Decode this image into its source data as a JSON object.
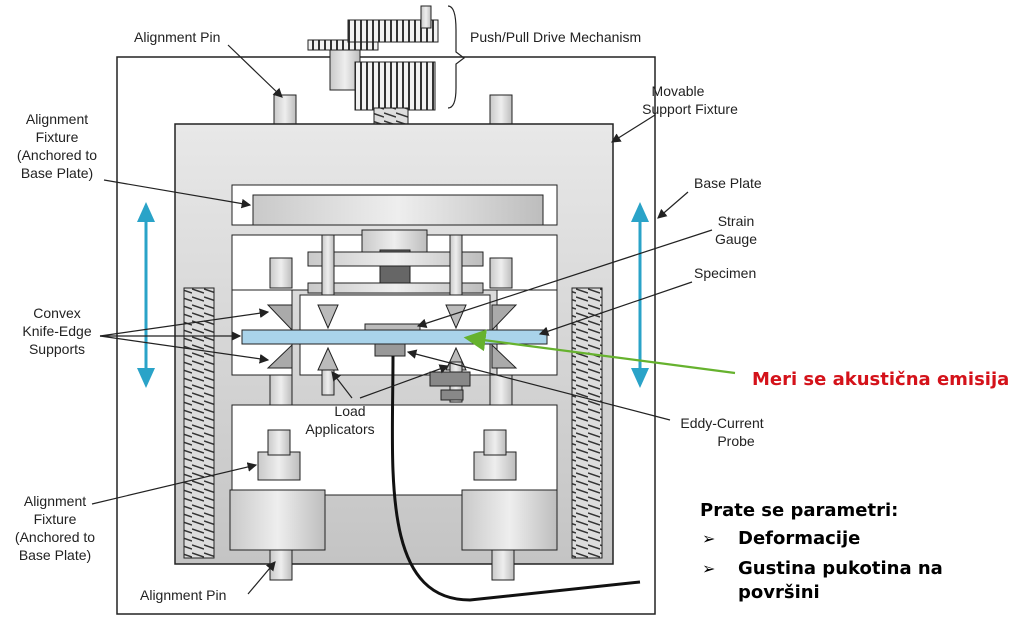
{
  "labels": {
    "alignment_pin_top": "Alignment Pin",
    "push_pull": "Push/Pull Drive Mechanism",
    "movable_1": "Movable",
    "movable_2": "Support Fixture",
    "align_fix_top_1": "Alignment",
    "align_fix_top_2": "Fixture",
    "align_fix_top_3": "(Anchored to",
    "align_fix_top_4": "Base Plate)",
    "base_plate": "Base Plate",
    "strain_1": "Strain",
    "strain_2": "Gauge",
    "specimen": "Specimen",
    "convex_1": "Convex",
    "convex_2": "Knife-Edge",
    "convex_3": "Supports",
    "load_1": "Load",
    "load_2": "Applicators",
    "eddy_1": "Eddy-Current",
    "eddy_2": "Probe",
    "align_fix_bot_1": "Alignment",
    "align_fix_bot_2": "Fixture",
    "align_fix_bot_3": "(Anchored to",
    "align_fix_bot_4": "Base Plate)",
    "alignment_pin_bottom": "Alignment Pin"
  },
  "callout": "Meri se akustična emisija",
  "notes": {
    "title": "Prate se parametri:",
    "items": [
      "Deformacije",
      "Gustina pukotina na površini"
    ],
    "bullet": "➢"
  },
  "colors": {
    "accent_red": "#d4121a",
    "green_arrow": "#66b22e",
    "blue_arrow": "#2aa3c8",
    "specimen": "#a9d3ea"
  }
}
